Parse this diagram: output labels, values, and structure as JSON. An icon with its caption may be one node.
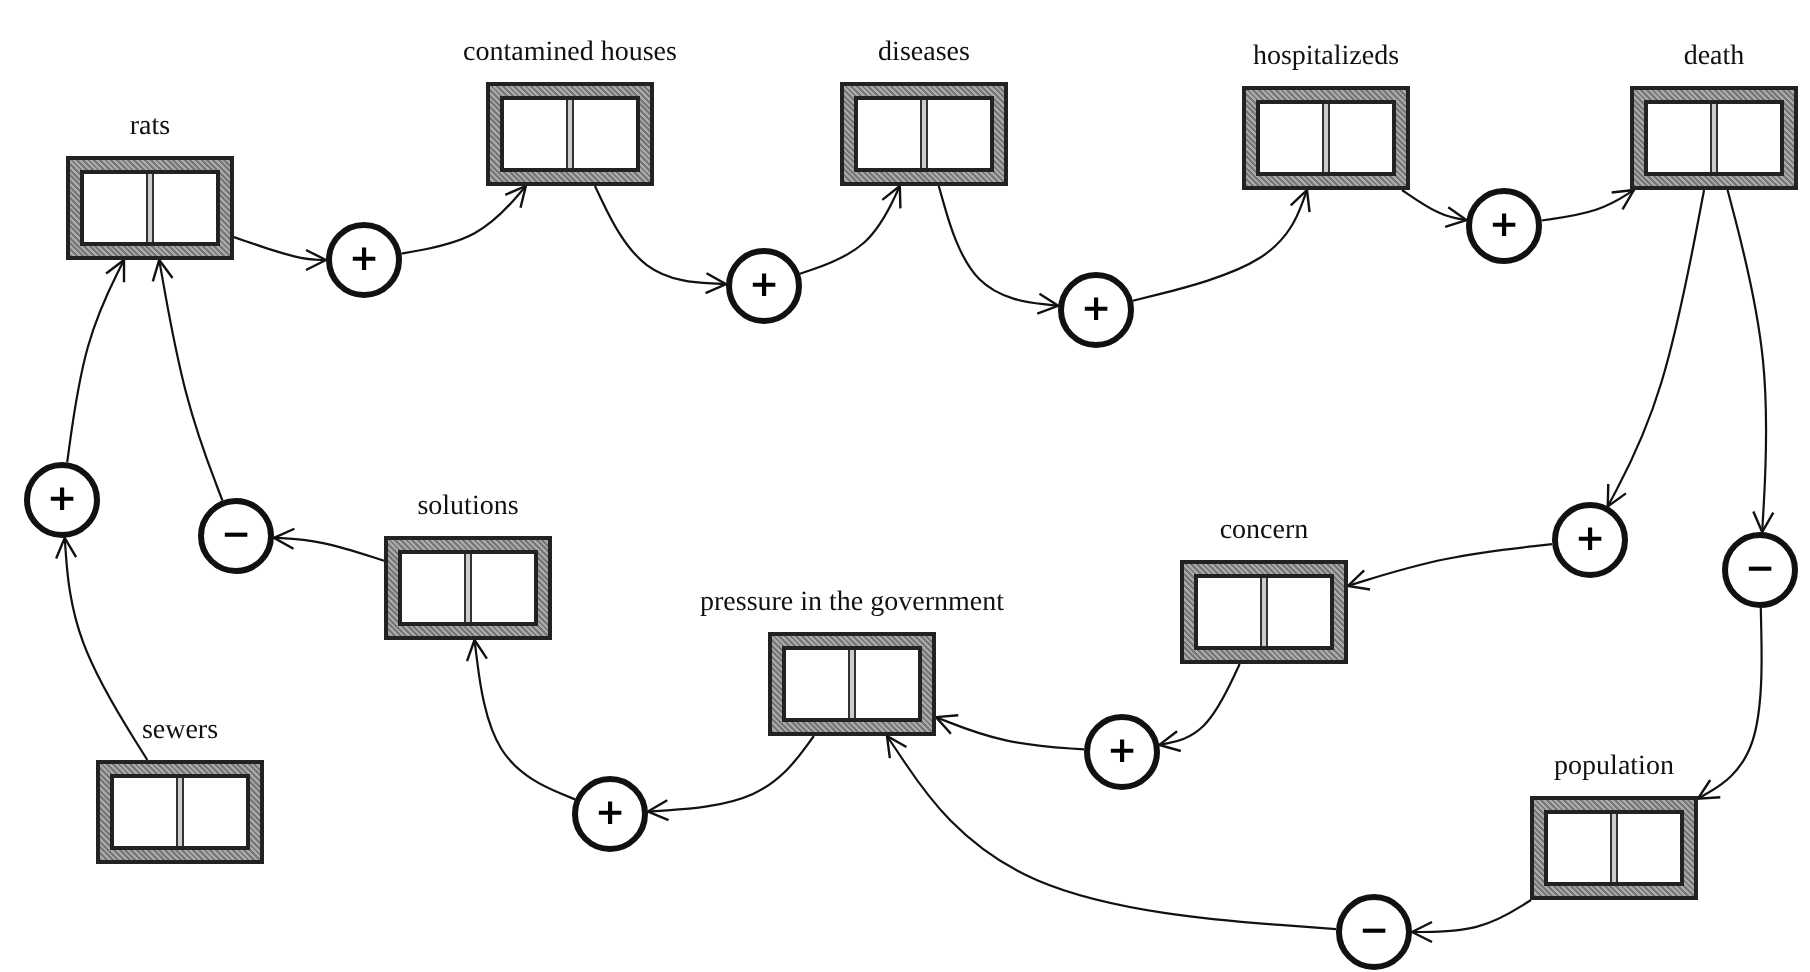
{
  "diagram": {
    "nodes": [
      {
        "text": [
          "rats"
        ]
      },
      {
        "text": [
          "contamined houses"
        ]
      },
      {
        "text": [
          "diseases"
        ]
      },
      {
        "text": [
          "hospitalizeds"
        ]
      },
      {
        "text": [
          "death"
        ]
      },
      {
        "text": [
          "solutions"
        ]
      },
      {
        "text": [
          "concern"
        ]
      },
      {
        "text": [
          "pressure in the government"
        ]
      },
      {
        "text": [
          "sewers"
        ]
      },
      {
        "text": [
          "population"
        ]
      },
      {
        "text": [
          "+"
        ]
      },
      {
        "text": [
          "+"
        ]
      },
      {
        "text": [
          "+"
        ]
      },
      {
        "text": [
          "+"
        ]
      },
      {
        "text": [
          "+"
        ]
      },
      {
        "text": [
          "−"
        ]
      },
      {
        "text": [
          "+"
        ]
      },
      {
        "text": [
          "−"
        ]
      },
      {
        "text": [
          "+"
        ]
      },
      {
        "text": [
          "+"
        ]
      },
      {
        "text": [
          "−"
        ]
      }
    ],
    "edges": [
      {
        "from": 0,
        "to": 10,
        "arrow": "to"
      },
      {
        "from": 10,
        "to": 1,
        "arrow": "to"
      },
      {
        "from": 1,
        "to": 11,
        "arrow": "to"
      },
      {
        "from": 11,
        "to": 2,
        "arrow": "to"
      },
      {
        "from": 2,
        "to": 12,
        "arrow": "to"
      },
      {
        "from": 12,
        "to": 3,
        "arrow": "to"
      },
      {
        "from": 3,
        "to": 13,
        "arrow": "to"
      },
      {
        "from": 13,
        "to": 4,
        "arrow": "to"
      },
      {
        "from": 8,
        "to": 14,
        "arrow": "to"
      },
      {
        "from": 14,
        "to": 0,
        "arrow": "to"
      },
      {
        "from": 5,
        "to": 15,
        "arrow": "to"
      },
      {
        "from": 15,
        "to": 0,
        "arrow": "to"
      },
      {
        "from": 4,
        "to": 16,
        "arrow": "to"
      },
      {
        "from": 16,
        "to": 6,
        "arrow": "to"
      },
      {
        "from": 4,
        "to": 17,
        "arrow": "to"
      },
      {
        "from": 17,
        "to": 9,
        "arrow": "to"
      },
      {
        "from": 6,
        "to": 18,
        "arrow": "to"
      },
      {
        "from": 18,
        "to": 7,
        "arrow": "to"
      },
      {
        "from": 7,
        "to": 19,
        "arrow": "to"
      },
      {
        "from": 19,
        "to": 5,
        "arrow": "to"
      },
      {
        "from": 9,
        "to": 20,
        "arrow": "to"
      },
      {
        "from": 20,
        "to": 7,
        "arrow": "to"
      }
    ]
  }
}
